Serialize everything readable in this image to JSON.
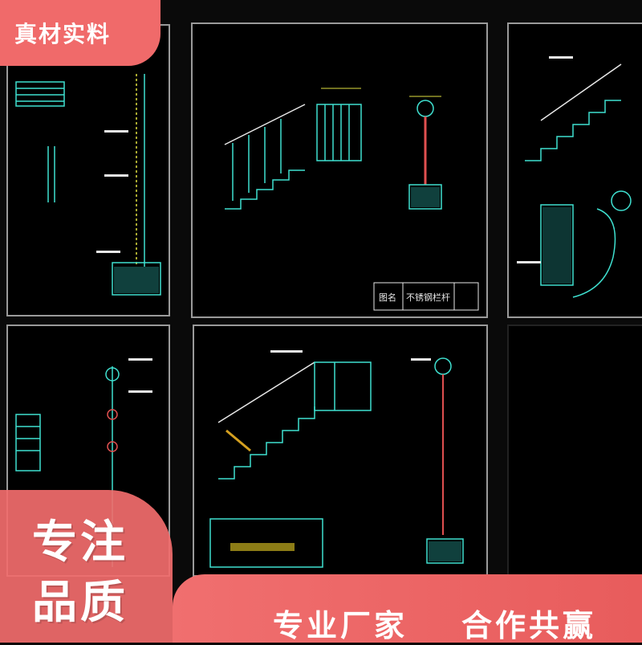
{
  "badge_top": {
    "label": "真材实料"
  },
  "badge_big": {
    "line1": "专注",
    "line2": "品质"
  },
  "slogans": {
    "left": "专业厂家",
    "right": "合作共赢"
  },
  "drawings": {
    "title_block_label": "图名",
    "title_block_value": "不锈钢栏杆"
  },
  "colors": {
    "accent": "#f06a6a",
    "line": "#3fe0d0",
    "dim": "#e0e040",
    "frame": "#9a9a9a"
  }
}
